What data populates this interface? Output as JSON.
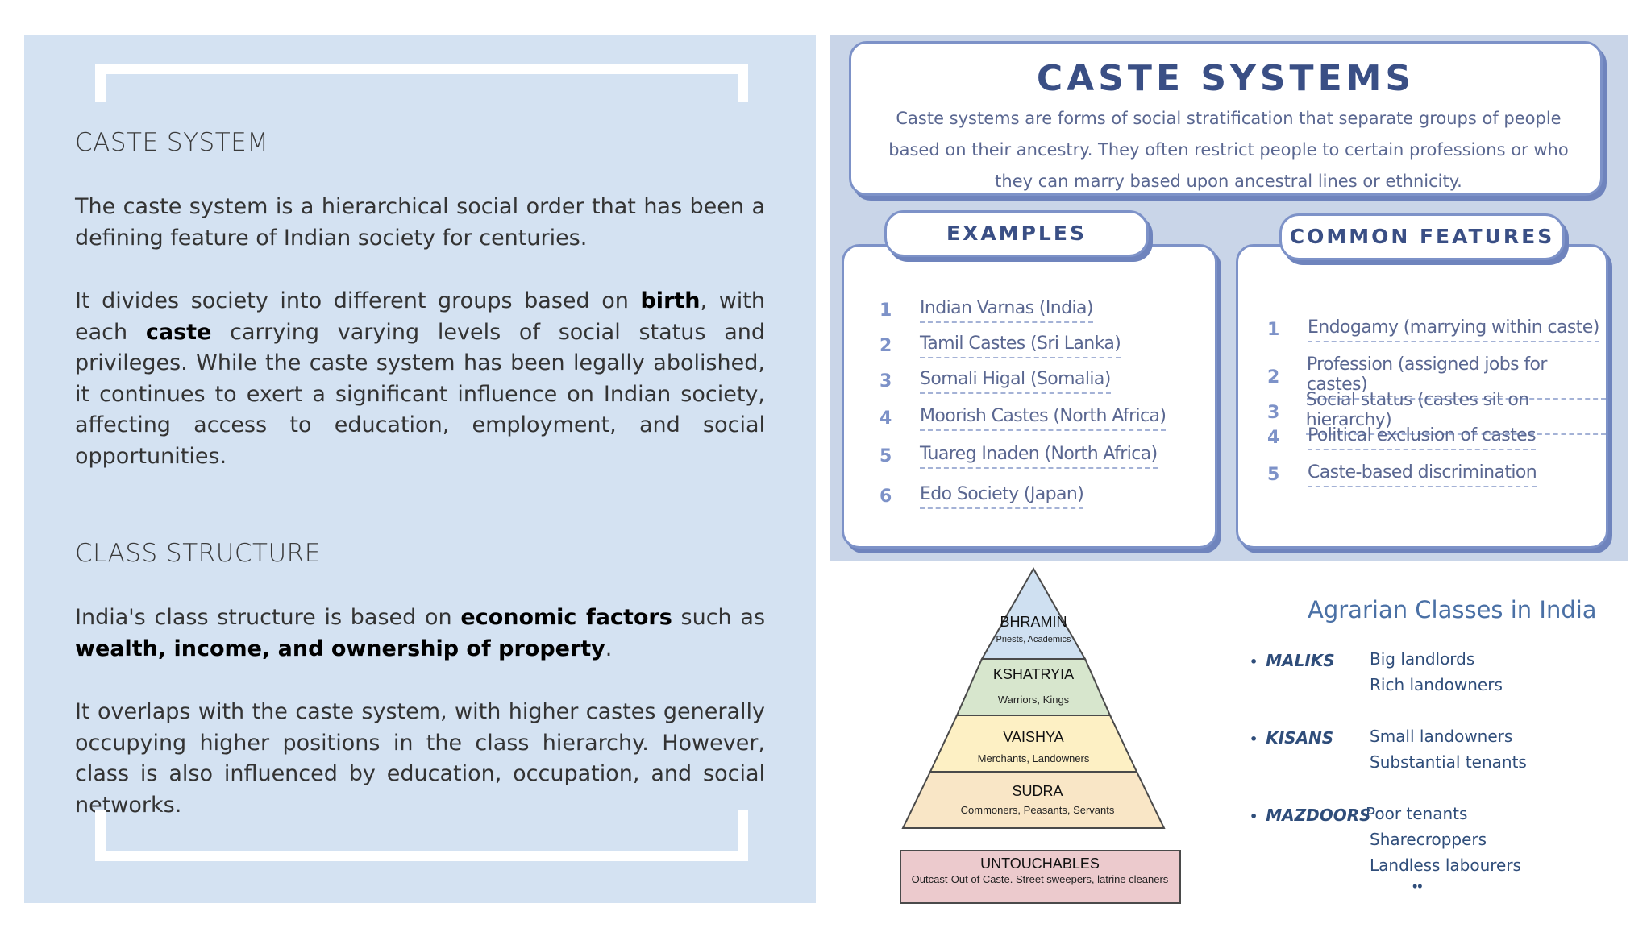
{
  "left": {
    "caste_heading": "CASTE SYSTEM",
    "caste_p1": "The caste system is a hierarchical social order that has been a defining feature of Indian society for centuries.",
    "caste_p2": {
      "t1": "It divides society into different groups based on ",
      "b1": "birth",
      "t2": ", with each ",
      "b2": "caste",
      "t3": " carrying varying levels of social status and privileges. While the caste system has been legally abolished, it continues to exert a significant influence on Indian society, affecting access to education, employment, and social opportunities."
    },
    "class_heading": "CLASS STRUCTURE",
    "class_p1": {
      "t1": "India's class structure is based on ",
      "b1": "economic factors",
      "t2": " such as ",
      "b2": "wealth, income, and ownership of property",
      "t3": "."
    },
    "class_p2": "It overlaps with the caste system, with higher castes generally occupying higher positions in the class hierarchy. However, class is also influenced by education, occupation, and social networks."
  },
  "infographic": {
    "title": "CASTE SYSTEMS",
    "description": "Caste systems are forms of social stratification that separate groups of people based on their ancestry. They often restrict people to certain professions or who they can marry based upon ancestral lines or ethnicity.",
    "examples_tab": "EXAMPLES",
    "examples": [
      {
        "num": "1",
        "text": "Indian Varnas (India)"
      },
      {
        "num": "2",
        "text": "Tamil Castes (Sri Lanka)"
      },
      {
        "num": "3",
        "text": "Somali Higal (Somalia)"
      },
      {
        "num": "4",
        "text": "Moorish Castes (North Africa)"
      },
      {
        "num": "5",
        "text": "Tuareg Inaden (North Africa)"
      },
      {
        "num": "6",
        "text": "Edo Society (Japan)"
      }
    ],
    "features_tab": "COMMON FEATURES",
    "features": [
      {
        "num": "1",
        "text": "Endogamy (marrying within caste)"
      },
      {
        "num": "2",
        "text": "Profession (assigned jobs for castes)"
      },
      {
        "num": "3",
        "text": "Social status (castes sit on hierarchy)"
      },
      {
        "num": "4",
        "text": "Political exclusion of castes"
      },
      {
        "num": "5",
        "text": "Caste-based discrimination"
      }
    ]
  },
  "pyramid": {
    "tiers": [
      {
        "name": "BHRAMIN",
        "sub": "Priests, Academics",
        "color": "#cfe0f1"
      },
      {
        "name": "KSHATRYIA",
        "sub": "Warriors, Kings",
        "color": "#d7e6cd"
      },
      {
        "name": "VAISHYA",
        "sub": "Merchants, Landowners",
        "color": "#fdf0c4"
      },
      {
        "name": "SUDRA",
        "sub": "Commoners, Peasants, Servants",
        "color": "#f9e6c6"
      }
    ],
    "outcast": {
      "name": "UNTOUCHABLES",
      "sub": "Outcast-Out of Caste. Street sweepers, latrine cleaners",
      "color": "#eccacd"
    }
  },
  "agrarian": {
    "title": "Agrarian Classes in India",
    "classes": [
      {
        "label": "MALIKS",
        "desc1": "Big landlords",
        "desc2": "Rich landowners",
        "desc3": ""
      },
      {
        "label": "KISANS",
        "desc1": "Small landowners",
        "desc2": "Substantial tenants",
        "desc3": ""
      },
      {
        "label": "MAZDOORS",
        "desc1": "Poor tenants",
        "desc2": "Sharecroppers",
        "desc3": "Landless labourers"
      }
    ],
    "footer": "••"
  },
  "colors": {
    "left_panel_bg": "#d4e2f2",
    "infographic_bg": "#c9d5e8",
    "card_border": "#7d92c8",
    "title_text": "#3a4f85",
    "agrarian_text": "#2f4d7a"
  }
}
